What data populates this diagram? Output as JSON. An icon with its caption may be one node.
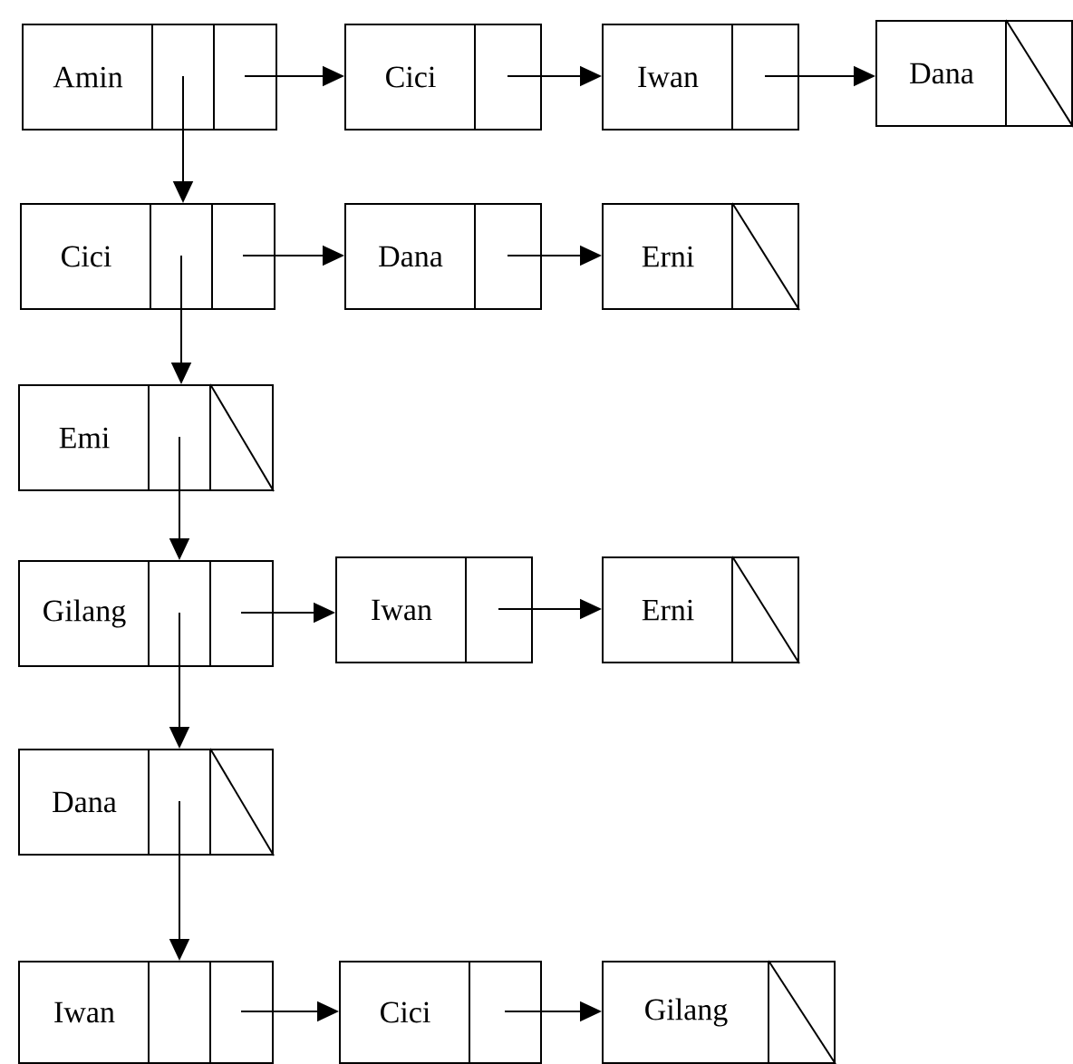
{
  "diagram": {
    "nodes": [
      {
        "text": [
          "Amin"
        ]
      },
      {
        "text": [
          "Cici"
        ]
      },
      {
        "text": [
          "Iwan"
        ]
      },
      {
        "text": [
          "Dana"
        ]
      },
      {
        "text": [
          "Cici"
        ]
      },
      {
        "text": [
          "Dana"
        ]
      },
      {
        "text": [
          "Erni"
        ]
      },
      {
        "text": [
          "Emi"
        ]
      },
      {
        "text": [
          "Gilang"
        ]
      },
      {
        "text": [
          "Iwan"
        ]
      },
      {
        "text": [
          "Erni"
        ]
      },
      {
        "text": [
          "Dana"
        ]
      },
      {
        "text": [
          "Iwan"
        ]
      },
      {
        "text": [
          "Cici"
        ]
      },
      {
        "text": [
          "Gilang"
        ]
      }
    ],
    "edges": [
      {
        "from": 0,
        "to": 1,
        "arrow": "to"
      },
      {
        "from": 1,
        "to": 2,
        "arrow": "to"
      },
      {
        "from": 2,
        "to": 3,
        "arrow": "to"
      },
      {
        "from": 0,
        "to": 4,
        "arrow": "to"
      },
      {
        "from": 4,
        "to": 5,
        "arrow": "to"
      },
      {
        "from": 5,
        "to": 6,
        "arrow": "to"
      },
      {
        "from": 4,
        "to": 7,
        "arrow": "to"
      },
      {
        "from": 7,
        "to": 8,
        "arrow": "to"
      },
      {
        "from": 8,
        "to": 9,
        "arrow": "to"
      },
      {
        "from": 9,
        "to": 10,
        "arrow": "to"
      },
      {
        "from": 8,
        "to": 11,
        "arrow": "to"
      },
      {
        "from": 11,
        "to": 12,
        "arrow": "to"
      },
      {
        "from": 12,
        "to": 13,
        "arrow": "to"
      },
      {
        "from": 13,
        "to": 14,
        "arrow": "to"
      }
    ]
  }
}
